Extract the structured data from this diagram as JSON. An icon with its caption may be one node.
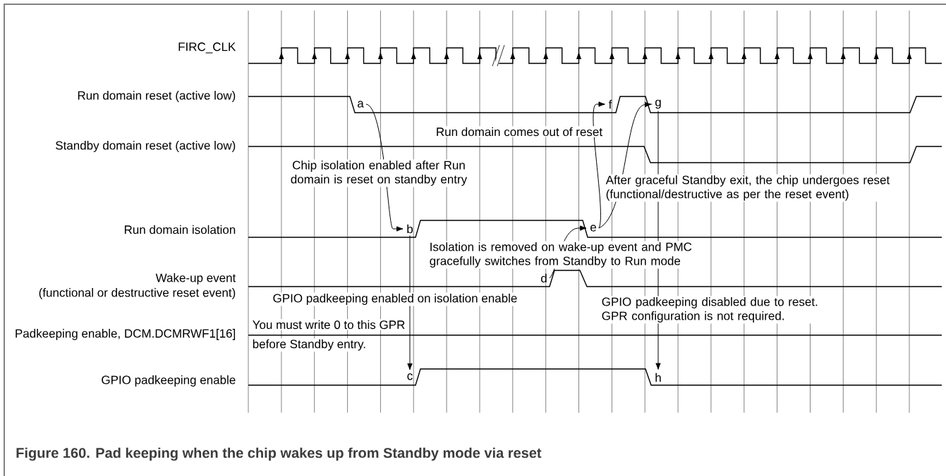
{
  "diagram": {
    "caption": "Figure 160. Pad keeping when the chip wakes up from Standby mode via reset",
    "nodes": [
      {
        "text": [
          "a"
        ]
      },
      {
        "text": [
          "b"
        ]
      },
      {
        "text": [
          "c"
        ]
      },
      {
        "text": [
          "d"
        ]
      },
      {
        "text": [
          "e"
        ]
      },
      {
        "text": [
          "f"
        ]
      },
      {
        "text": [
          "g"
        ]
      },
      {
        "text": [
          "h"
        ]
      }
    ],
    "edges": [
      {
        "from": 0,
        "to": 1,
        "arrow": "to",
        "label": "Chip isolation enabled after Run domain is reset on standby entry"
      },
      {
        "from": 1,
        "to": 2,
        "arrow": "to",
        "label": "GPIO padkeeping enabled on isolation enable"
      },
      {
        "from": 3,
        "to": 4,
        "arrow": "to",
        "label": "Isolation is removed on wake-up event and PMC gracefully switches from Standby to Run mode"
      },
      {
        "from": 4,
        "to": 5,
        "arrow": "to",
        "label": "Run domain comes out of reset"
      },
      {
        "from": 4,
        "to": 6,
        "arrow": "to",
        "label": "After graceful Standby exit, the chip undergoes reset (functional/destructive as per the reset event)"
      },
      {
        "from": 6,
        "to": 7,
        "arrow": "to",
        "label": "GPIO padkeeping disabled due to reset. GPR configuration is not required."
      }
    ],
    "labels": [
      "FIRC_CLK",
      "Run domain reset (active low)",
      "Standby domain reset (active low)",
      "Run domain isolation",
      "Wake-up event",
      "(functional or destructive reset event)",
      "Padkeeping enable, DCM.DCMRWF1[16]",
      "You must write 0 to this GPR",
      "before Standby entry.",
      "GPIO padkeeping enable"
    ]
  }
}
